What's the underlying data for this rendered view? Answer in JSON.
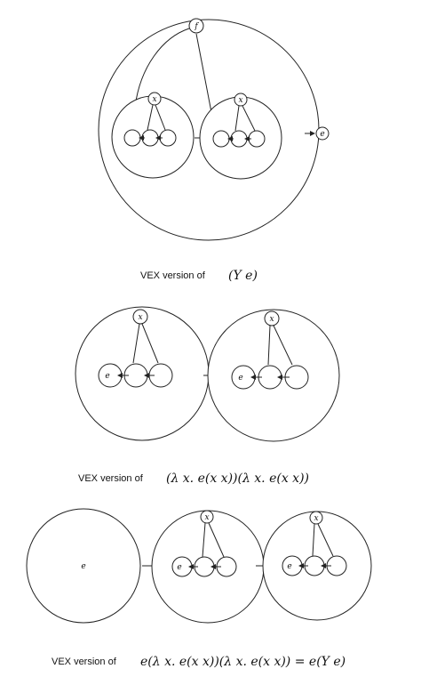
{
  "diagram1": {
    "labels": {
      "top_var": "f",
      "inner_left_var": "x",
      "inner_right_var": "x",
      "out_var": "e"
    },
    "caption": {
      "prefix": "VEX version of",
      "math": "(Y e)"
    }
  },
  "diagram2": {
    "labels": {
      "left_var": "x",
      "right_var": "x",
      "left_e": "e",
      "right_e": "e"
    },
    "caption": {
      "prefix": "VEX version of",
      "math": "(λ x. e(x x))(λ x. e(x x))"
    }
  },
  "diagram3": {
    "labels": {
      "left_e": "e",
      "mid_var": "x",
      "right_var": "x",
      "mid_e": "e",
      "right_e": "e"
    },
    "caption": {
      "prefix": "VEX version of",
      "math": "e(λ x. e(x x))(λ x. e(x x)) = e(Y e)"
    }
  }
}
